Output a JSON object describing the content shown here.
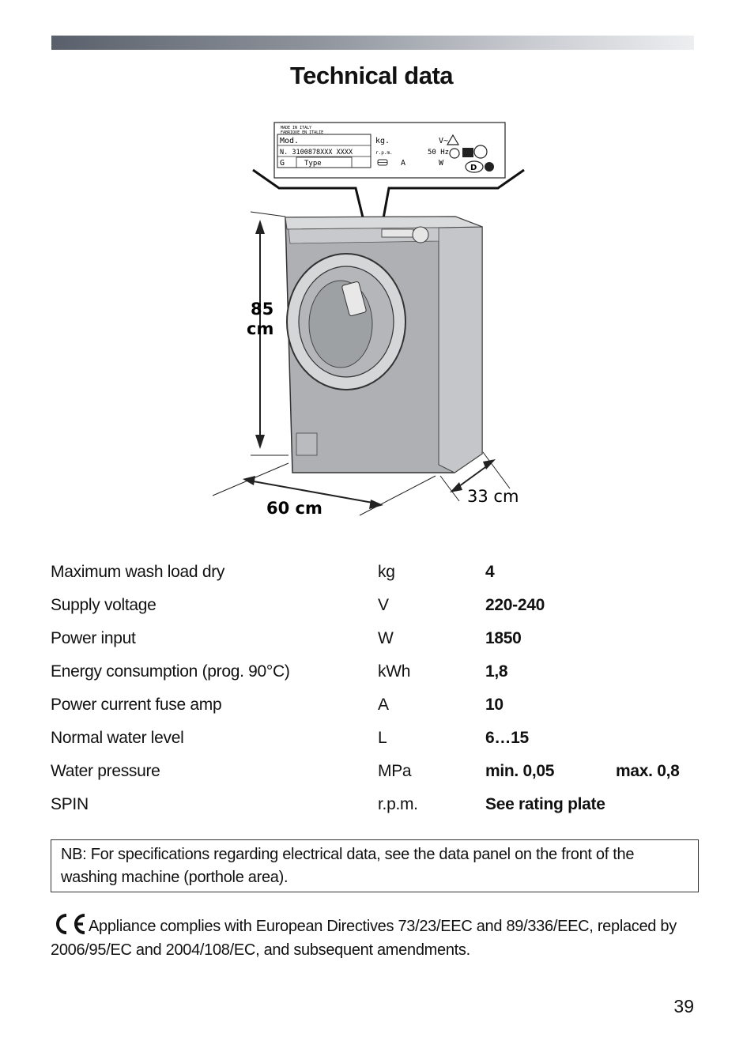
{
  "page": {
    "title": "Technical data",
    "number": "39"
  },
  "illustration": {
    "height_label_value": "85",
    "height_label_unit": "cm",
    "width_label": "60 cm",
    "depth_label": "33 cm",
    "rating_plate": {
      "made_in": "MADE IN ITALY",
      "fabrique": "FABRIQUE EN ITALIE",
      "mod": "Mod.",
      "kg": "kg.",
      "v": "V~",
      "serial": "N. 3100878XXX XXXX",
      "rpm": "r.p.m.",
      "hz": "50 Hz",
      "g": "G",
      "type": "Type",
      "a": "A",
      "w": "W",
      "d": "D"
    }
  },
  "specs": [
    {
      "label": "Maximum wash load dry",
      "unit": "kg",
      "value": "4",
      "extra": ""
    },
    {
      "label": "Supply voltage",
      "unit": "V",
      "value": "220-240",
      "extra": ""
    },
    {
      "label": "Power input",
      "unit": "W",
      "value": "1850",
      "extra": ""
    },
    {
      "label": "Energy consumption (prog. 90°C)",
      "unit": "kWh",
      "value": "1,8",
      "extra": ""
    },
    {
      "label": "Power current fuse amp",
      "unit": "A",
      "value": "10",
      "extra": ""
    },
    {
      "label": "Normal water level",
      "unit": "L",
      "value": "6…15",
      "extra": ""
    },
    {
      "label": "Water pressure",
      "unit": "MPa",
      "value": "min. 0,05",
      "extra": "max. 0,8"
    },
    {
      "label": "SPIN",
      "unit": "r.p.m.",
      "value": "See rating plate",
      "extra": ""
    }
  ],
  "note": "NB: For specifications regarding electrical data, see the data panel on the front of the washing machine (porthole area).",
  "compliance": "Appliance complies with European Directives 73/23/EEC and 89/336/EEC, replaced by 2006/95/EC and 2004/108/EC, and subsequent amendments.",
  "colors": {
    "text": "#111111",
    "header_bar_dark": "#5a606b",
    "header_bar_light": "#eceef0"
  }
}
